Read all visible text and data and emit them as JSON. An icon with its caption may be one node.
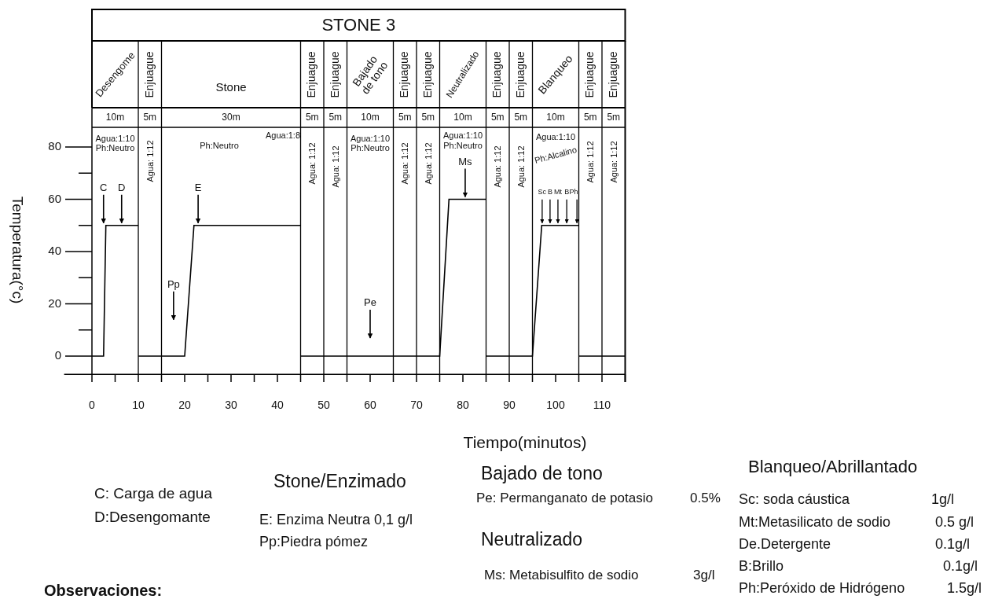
{
  "diagram": {
    "title": "STONE 3",
    "labels": [
      "Desengome",
      "Enjuague",
      "Stone",
      "Enjuague",
      "Enjuague",
      "Bajado de tono",
      "Enjuague",
      "Enjuague",
      "Neutralizado",
      "Enjuague",
      "Enjuague",
      "Blanqueo",
      "Enjuague",
      "Enjuague",
      "10m",
      "5m",
      "30m",
      "5m",
      "5m",
      "10m",
      "5m",
      "5m",
      "10m",
      "5m",
      "5m",
      "10m",
      "5m",
      "5m",
      "Agua:1:10",
      "Ph:Neutro",
      "Agua: 1:12",
      "Agua:1:8",
      "Ph:Neutro",
      "Agua: 1:12",
      "Agua: 1:12",
      "Agua:1:10",
      "Ph:Neutro",
      "Agua: 1:12",
      "Agua: 1:12",
      "Agua:1:10",
      "Ph:Neutro",
      "Agua: 1:12",
      "Agua: 1:12",
      "Agua:1:10",
      "Ph:Alcalino",
      "Agua: 1:12",
      "Agua: 1:12",
      "C: Carga de agua",
      "D:Desengomante",
      "Stone/Enzimado",
      "E: Enzima Neutra 0,1 g/l",
      "Pp:Piedra pómez",
      "Bajado de tono",
      "Pe: Permanganato de potasio",
      "0.5%",
      "Neutralizado",
      "Ms: Metabisulfito de sodio",
      "3g/l",
      "Blanqueo/Abrillantado",
      "Sc: soda cáustica",
      "1g/l",
      "Mt:Metasilicato de sodio",
      "0.5 g/l",
      "De.Detergente",
      "0.1g/l",
      "B:Brillo",
      "0.1g/l",
      "Observaciones:",
      "Ph:Peróxido de Hidrógeno",
      "1.5g/l"
    ],
    "chart_data": {
      "type": "line",
      "xlabel": "Tiempo(minutos)",
      "ylabel": "Temperatura(°c)",
      "x": [
        0,
        2.5,
        3,
        10,
        10,
        20,
        22,
        45,
        45,
        75,
        77,
        85,
        85,
        95,
        97,
        105,
        105,
        115
      ],
      "series": [
        {
          "color": "#000000",
          "values": [
            0,
            0,
            50,
            50,
            0,
            0,
            50,
            50,
            0,
            0,
            60,
            60,
            0,
            0,
            50,
            50,
            0,
            0
          ]
        }
      ],
      "xlim": [
        -6,
        115
      ],
      "ylim": [
        -7,
        95
      ],
      "xticks": [
        0,
        10,
        20,
        30,
        40,
        50,
        60,
        70,
        80,
        90,
        100,
        110
      ],
      "yticks": [
        0,
        20,
        40,
        60,
        80
      ],
      "grid": true,
      "annotations": [
        {
          "text": "C",
          "x": 2.5,
          "y": 50
        },
        {
          "text": "D",
          "x": 6.4,
          "y": 50
        },
        "Pp",
        {
          "text": "E",
          "x": 22.9,
          "y": 50
        },
        "Pe",
        {
          "text": "Ms",
          "x": 80.5,
          "y": 60
        },
        {
          "text": "Sc",
          "x": 97.1,
          "y": 50
        },
        {
          "text": "B",
          "x": 98.8,
          "y": 50
        },
        {
          "text": "Mt",
          "x": 100.5,
          "y": 50
        },
        {
          "text": "B",
          "x": 102.4,
          "y": 50
        },
        {
          "text": "Ph",
          "x": 104.6,
          "y": 50
        }
      ]
    }
  }
}
